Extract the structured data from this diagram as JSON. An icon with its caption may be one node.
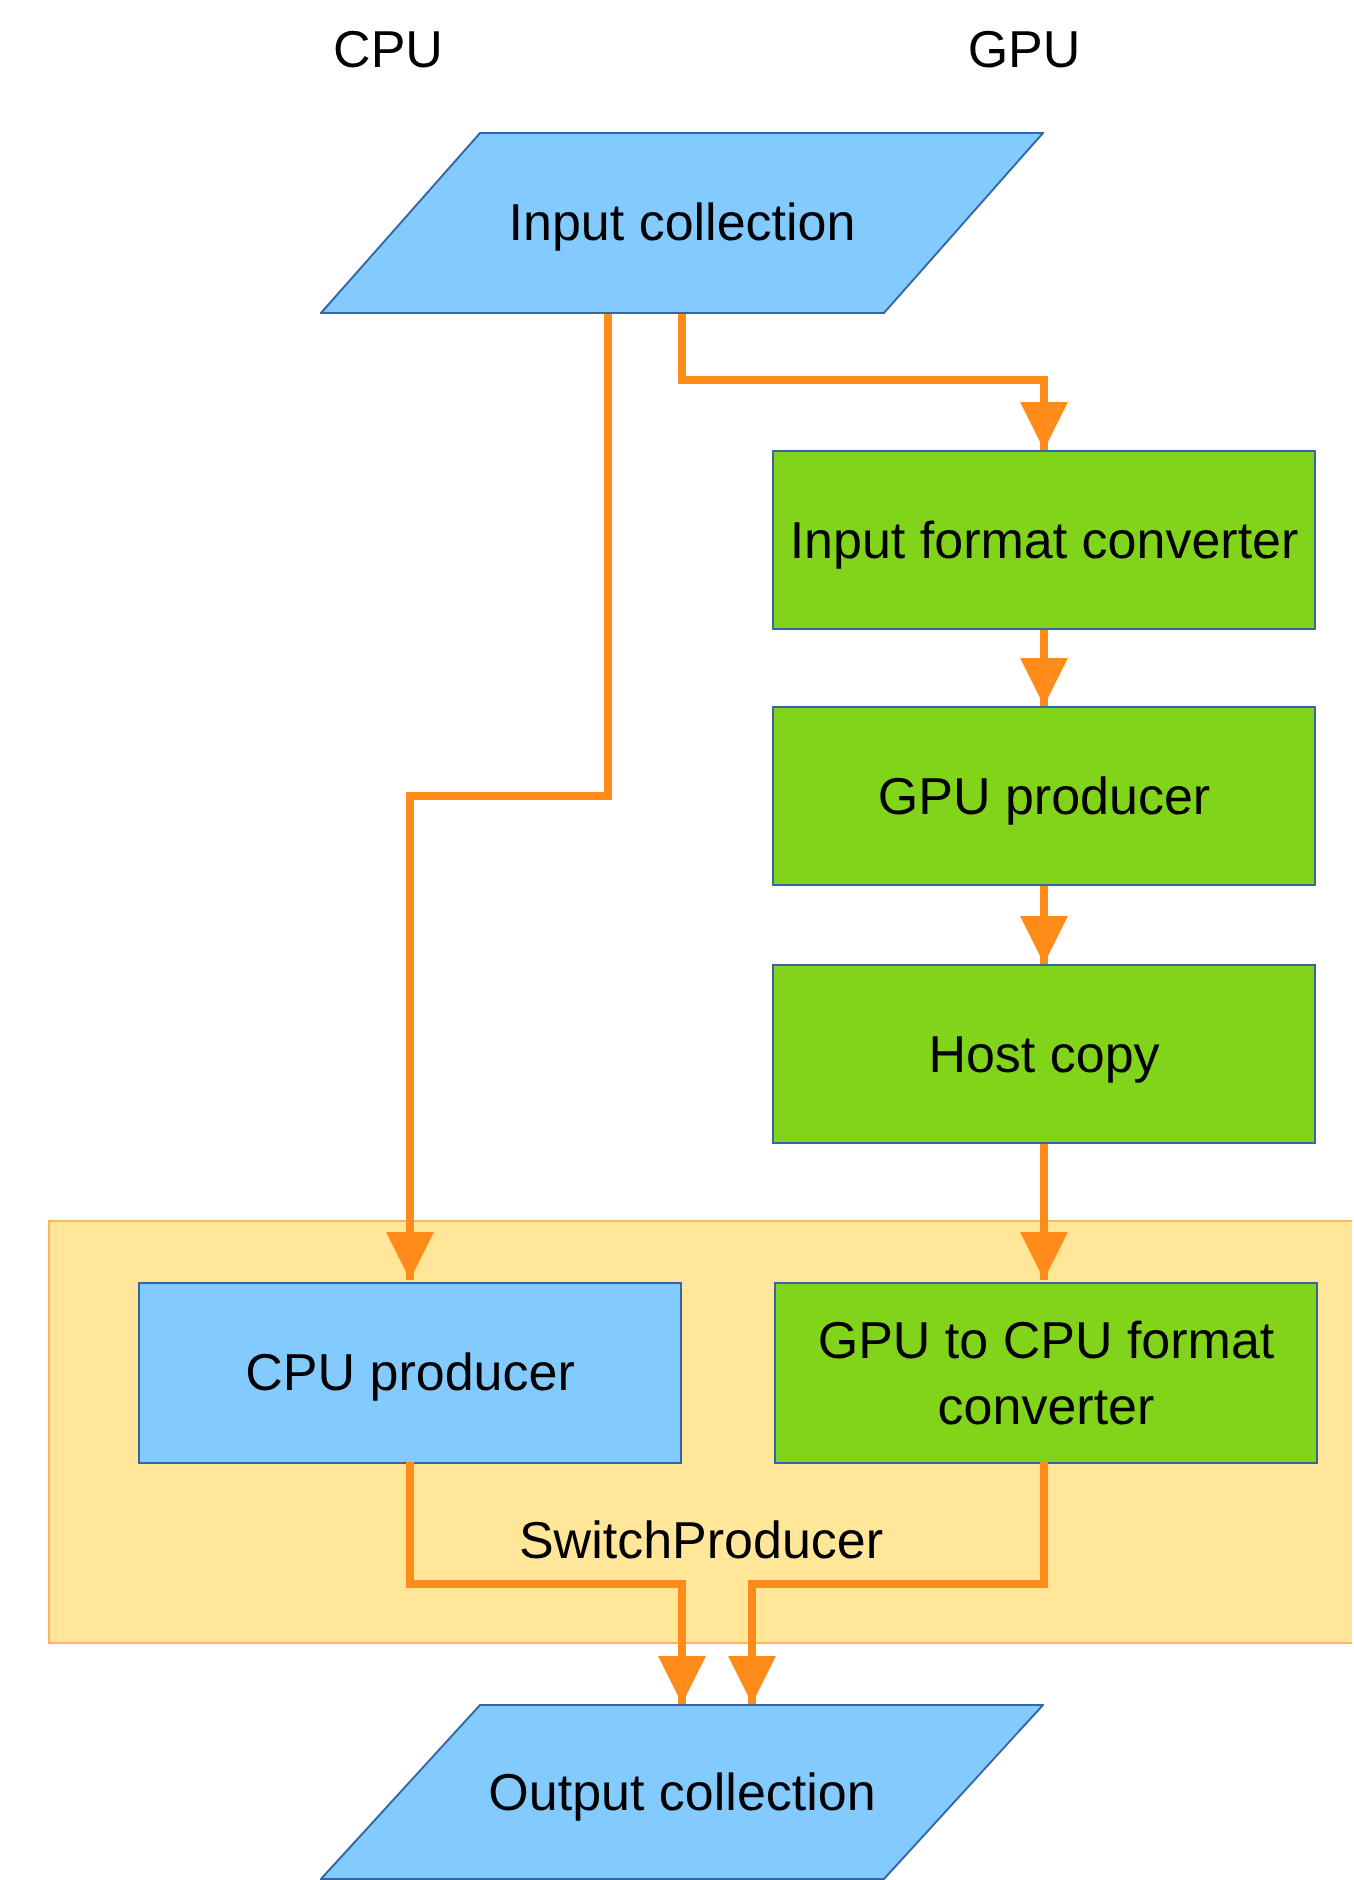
{
  "diagram": {
    "nodes": [
      {
        "text": [
          "Input collection"
        ]
      },
      {
        "text": [
          "Input format converter"
        ]
      },
      {
        "text": [
          "GPU producer"
        ]
      },
      {
        "text": [
          "Host copy"
        ]
      },
      {
        "text": [
          "SwitchProducer"
        ]
      },
      {
        "text": [
          "CPU producer"
        ],
        "in": 4
      },
      {
        "text": [
          "GPU to CPU format converter"
        ],
        "in": 4
      },
      {
        "text": [
          "Output collection"
        ]
      }
    ],
    "edges": [
      {
        "from": 0,
        "to": 1,
        "arrow": "to"
      },
      {
        "from": 0,
        "to": 5,
        "arrow": "to"
      },
      {
        "from": 1,
        "to": 2,
        "arrow": "to"
      },
      {
        "from": 2,
        "to": 3,
        "arrow": "to"
      },
      {
        "from": 3,
        "to": 6,
        "arrow": "to"
      },
      {
        "from": 5,
        "to": 7,
        "arrow": "to"
      },
      {
        "from": 6,
        "to": 7,
        "arrow": "to"
      }
    ],
    "labels": [
      "CPU",
      "GPU"
    ]
  }
}
